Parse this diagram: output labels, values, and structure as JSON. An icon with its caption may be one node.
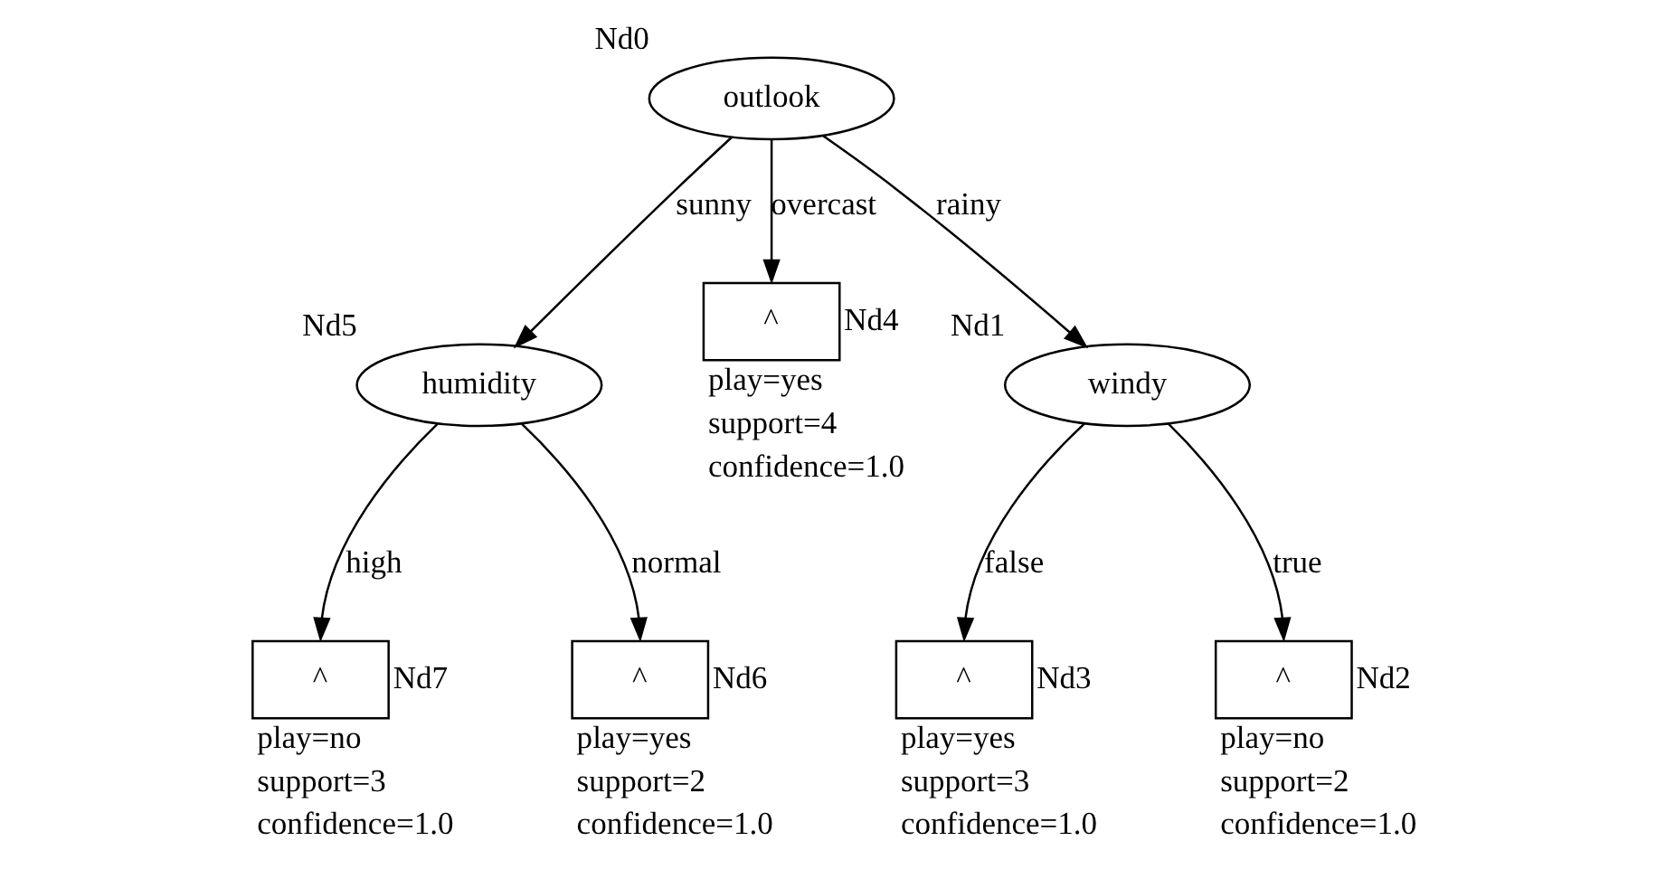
{
  "diagram": {
    "nodes": [
      {
        "text": [
          "outlook"
        ],
        "beside": [
          "Nd0"
        ]
      },
      {
        "text": [
          "humidity"
        ],
        "beside": [
          "Nd5"
        ]
      },
      {
        "text": [
          "^"
        ],
        "beside": [
          "Nd4",
          "play=yes",
          "support=4",
          "confidence=1.0"
        ]
      },
      {
        "text": [
          "windy"
        ],
        "beside": [
          "Nd1"
        ]
      },
      {
        "text": [
          "^"
        ],
        "beside": [
          "Nd7",
          "play=no",
          "support=3",
          "confidence=1.0"
        ]
      },
      {
        "text": [
          "^"
        ],
        "beside": [
          "Nd6",
          "play=yes",
          "support=2",
          "confidence=1.0"
        ]
      },
      {
        "text": [
          "^"
        ],
        "beside": [
          "Nd3",
          "play=yes",
          "support=3",
          "confidence=1.0"
        ]
      },
      {
        "text": [
          "^"
        ],
        "beside": [
          "Nd2",
          "play=no",
          "support=2",
          "confidence=1.0"
        ]
      }
    ],
    "edges": [
      {
        "from": 0,
        "to": 1,
        "arrow": "to",
        "label": "sunny"
      },
      {
        "from": 0,
        "to": 2,
        "arrow": "to",
        "label": "overcast"
      },
      {
        "from": 0,
        "to": 3,
        "arrow": "to",
        "label": "rainy"
      },
      {
        "from": 1,
        "to": 4,
        "arrow": "to",
        "label": "high"
      },
      {
        "from": 1,
        "to": 5,
        "arrow": "to",
        "label": "normal"
      },
      {
        "from": 3,
        "to": 6,
        "arrow": "to",
        "label": "false"
      },
      {
        "from": 3,
        "to": 7,
        "arrow": "to",
        "label": "true"
      }
    ]
  }
}
